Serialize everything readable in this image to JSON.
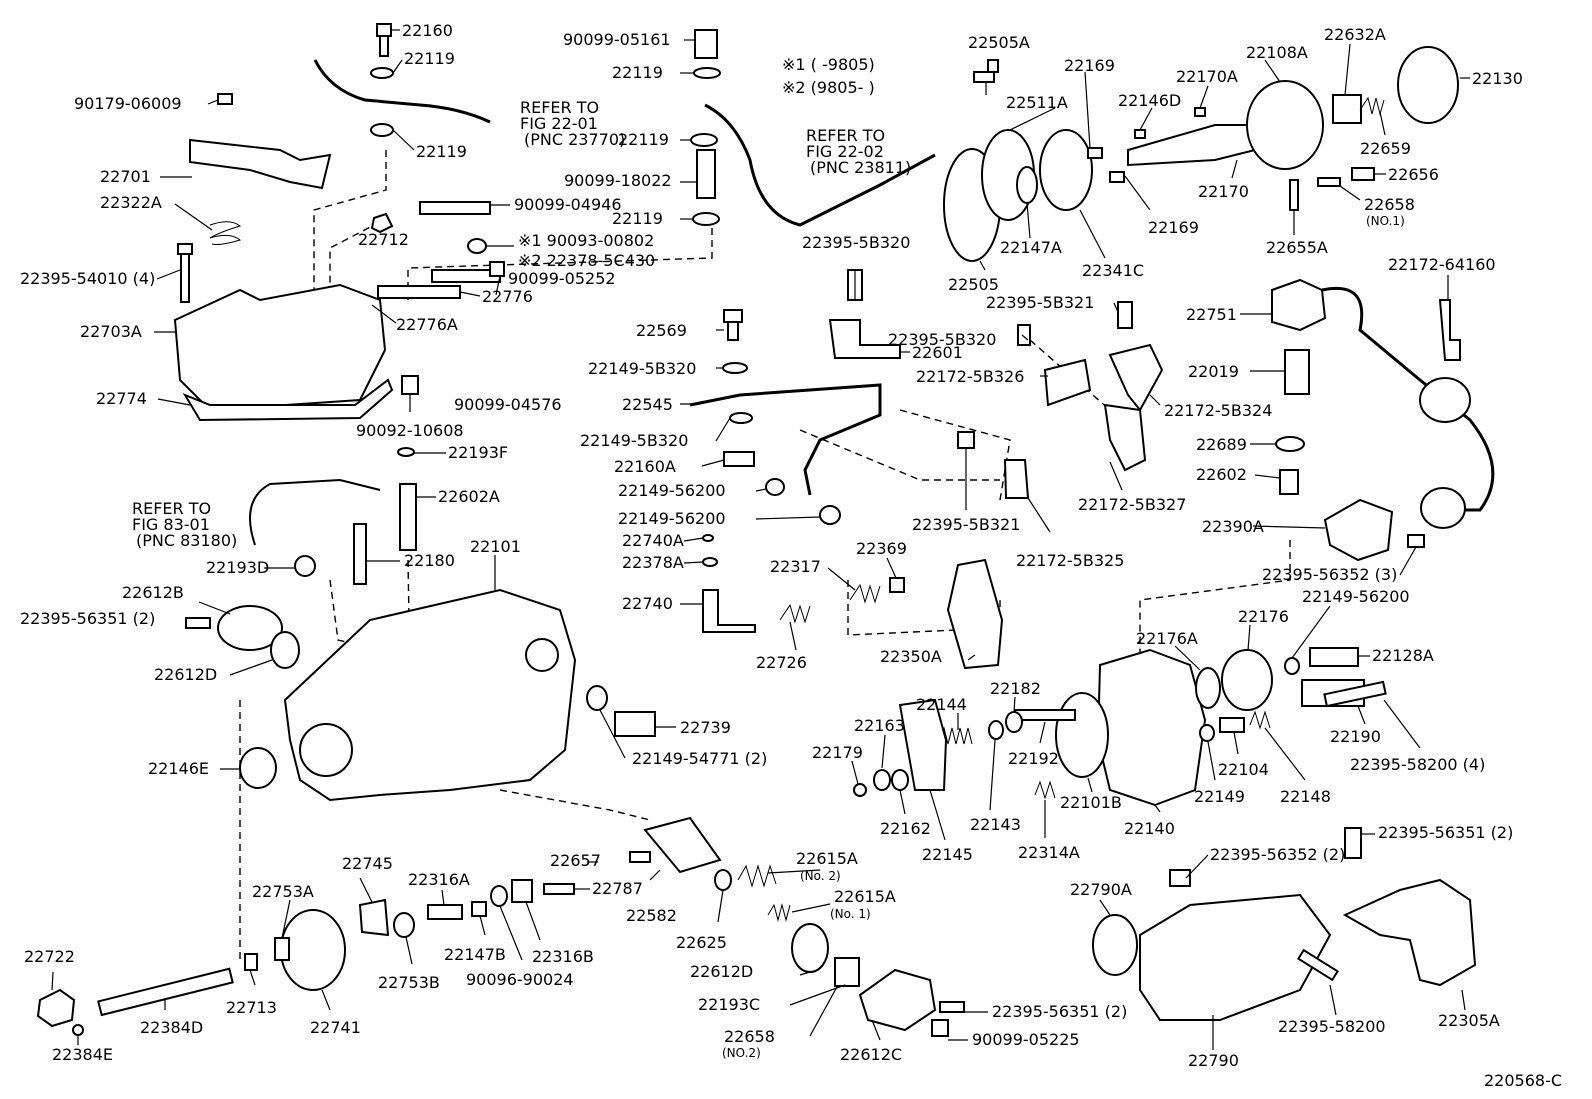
{
  "legend": {
    "line1": "※1 (      -9805)",
    "line2": "※2 (9805-        )"
  },
  "refs": {
    "fig2201": [
      "REFER TO",
      "FIG 22-01",
      "(PNC 23770)"
    ],
    "fig2202": [
      "REFER TO",
      "FIG 22-02",
      "(PNC 23811)"
    ],
    "fig8301": [
      "REFER TO",
      "FIG 83-01",
      "(PNC 83180)"
    ]
  },
  "labels": [
    {
      "id": "22160",
      "t": "22160"
    },
    {
      "id": "22119a",
      "t": "22119"
    },
    {
      "id": "22119b",
      "t": "22119"
    },
    {
      "id": "90179-06009",
      "t": "90179-06009"
    },
    {
      "id": "22701",
      "t": "22701"
    },
    {
      "id": "22322A",
      "t": "22322A"
    },
    {
      "id": "22395-54010",
      "t": "22395-54010 (4)"
    },
    {
      "id": "22703A",
      "t": "22703A"
    },
    {
      "id": "22774",
      "t": "22774"
    },
    {
      "id": "22712",
      "t": "22712"
    },
    {
      "id": "90099-04946",
      "t": "90099-04946"
    },
    {
      "id": "22776A",
      "t": "22776A"
    },
    {
      "id": "22776",
      "t": "22776"
    },
    {
      "id": "90099-04576",
      "t": "90099-04576"
    },
    {
      "id": "90092-10608",
      "t": "90092-10608"
    },
    {
      "id": "22193F",
      "t": "22193F"
    },
    {
      "id": "22602A",
      "t": "22602A"
    },
    {
      "id": "22180",
      "t": "22180"
    },
    {
      "id": "22101",
      "t": "22101"
    },
    {
      "id": "22193D",
      "t": "22193D"
    },
    {
      "id": "22612B",
      "t": "22612B"
    },
    {
      "id": "22395-56351a",
      "t": "22395-56351 (2)"
    },
    {
      "id": "22612D",
      "t": "22612D"
    },
    {
      "id": "22146E",
      "t": "22146E"
    },
    {
      "id": "90099-05161",
      "t": "90099-05161"
    },
    {
      "id": "22119c",
      "t": "22119"
    },
    {
      "id": "22119d",
      "t": "22119"
    },
    {
      "id": "90099-18022",
      "t": "90099-18022"
    },
    {
      "id": "22119e",
      "t": "22119"
    },
    {
      "id": "x1",
      "t": "※1 90093-00802"
    },
    {
      "id": "x2",
      "t": "※2 22378-5C430"
    },
    {
      "id": "90099-05252",
      "t": "90099-05252"
    },
    {
      "id": "22569",
      "t": "22569"
    },
    {
      "id": "22149-5B320a",
      "t": "22149-5B320"
    },
    {
      "id": "22545",
      "t": "22545"
    },
    {
      "id": "22149-5B320b",
      "t": "22149-5B320"
    },
    {
      "id": "22160A",
      "t": "22160A"
    },
    {
      "id": "22149-56200a",
      "t": "22149-56200"
    },
    {
      "id": "22149-56200b",
      "t": "22149-56200"
    },
    {
      "id": "22740A",
      "t": "22740A"
    },
    {
      "id": "22378A",
      "t": "22378A"
    },
    {
      "id": "22740",
      "t": "22740"
    },
    {
      "id": "22317",
      "t": "22317"
    },
    {
      "id": "22369",
      "t": "22369"
    },
    {
      "id": "22726",
      "t": "22726"
    },
    {
      "id": "22739",
      "t": "22739"
    },
    {
      "id": "22149-54771",
      "t": "22149-54771 (2)"
    },
    {
      "id": "22395-5B320a",
      "t": "22395-5B320"
    },
    {
      "id": "22601",
      "t": "22601"
    },
    {
      "id": "22395-5B320b",
      "t": "22395-5B320"
    },
    {
      "id": "22172-5B326",
      "t": "22172-5B326"
    },
    {
      "id": "22395-5B321a",
      "t": "22395-5B321"
    },
    {
      "id": "22172-5B324",
      "t": "22172-5B324"
    },
    {
      "id": "22395-5B321b",
      "t": "22395-5B321"
    },
    {
      "id": "22172-5B327",
      "t": "22172-5B327"
    },
    {
      "id": "22172-5B325",
      "t": "22172-5B325"
    },
    {
      "id": "22505A",
      "t": "22505A"
    },
    {
      "id": "22511A",
      "t": "22511A"
    },
    {
      "id": "22169a",
      "t": "22169"
    },
    {
      "id": "22169b",
      "t": "22169"
    },
    {
      "id": "22505",
      "t": "22505"
    },
    {
      "id": "22147A",
      "t": "22147A"
    },
    {
      "id": "22341C",
      "t": "22341C"
    },
    {
      "id": "22146D",
      "t": "22146D"
    },
    {
      "id": "22170A",
      "t": "22170A"
    },
    {
      "id": "22108A",
      "t": "22108A"
    },
    {
      "id": "22170",
      "t": "22170"
    },
    {
      "id": "22632A",
      "t": "22632A"
    },
    {
      "id": "22130",
      "t": "22130"
    },
    {
      "id": "22659",
      "t": "22659"
    },
    {
      "id": "22656",
      "t": "22656"
    },
    {
      "id": "22658",
      "t": "22658"
    },
    {
      "id": "22658n",
      "t": "(NO.1)"
    },
    {
      "id": "22655A",
      "t": "22655A"
    },
    {
      "id": "22172-64160",
      "t": "22172-64160"
    },
    {
      "id": "22751",
      "t": "22751"
    },
    {
      "id": "22019",
      "t": "22019"
    },
    {
      "id": "22689",
      "t": "22689"
    },
    {
      "id": "22602",
      "t": "22602"
    },
    {
      "id": "22390A",
      "t": "22390A"
    },
    {
      "id": "22395-56352a",
      "t": "22395-56352 (3)"
    },
    {
      "id": "22149-56200c",
      "t": "22149-56200"
    },
    {
      "id": "22350A",
      "t": "22350A"
    },
    {
      "id": "22176A",
      "t": "22176A"
    },
    {
      "id": "22176",
      "t": "22176"
    },
    {
      "id": "22128A",
      "t": "22128A"
    },
    {
      "id": "22182",
      "t": "22182"
    },
    {
      "id": "22144",
      "t": "22144"
    },
    {
      "id": "22163",
      "t": "22163"
    },
    {
      "id": "22179",
      "t": "22179"
    },
    {
      "id": "22192",
      "t": "22192"
    },
    {
      "id": "22101B",
      "t": "22101B"
    },
    {
      "id": "22162",
      "t": "22162"
    },
    {
      "id": "22143",
      "t": "22143"
    },
    {
      "id": "22145",
      "t": "22145"
    },
    {
      "id": "22314A",
      "t": "22314A"
    },
    {
      "id": "22140",
      "t": "22140"
    },
    {
      "id": "22149",
      "t": "22149"
    },
    {
      "id": "22104",
      "t": "22104"
    },
    {
      "id": "22148",
      "t": "22148"
    },
    {
      "id": "22190",
      "t": "22190"
    },
    {
      "id": "22395-58200a",
      "t": "22395-58200 (4)"
    },
    {
      "id": "22745",
      "t": "22745"
    },
    {
      "id": "22753A",
      "t": "22753A"
    },
    {
      "id": "22316A",
      "t": "22316A"
    },
    {
      "id": "22657",
      "t": "22657"
    },
    {
      "id": "22787",
      "t": "22787"
    },
    {
      "id": "22615A2",
      "t": "22615A"
    },
    {
      "id": "22615A2n",
      "t": "(No. 2)"
    },
    {
      "id": "22615A1",
      "t": "22615A"
    },
    {
      "id": "22615A1n",
      "t": "(No. 1)"
    },
    {
      "id": "22582",
      "t": "22582"
    },
    {
      "id": "22625",
      "t": "22625"
    },
    {
      "id": "22147B",
      "t": "22147B"
    },
    {
      "id": "22316B",
      "t": "22316B"
    },
    {
      "id": "90096-90024",
      "t": "90096-90024"
    },
    {
      "id": "22753B",
      "t": "22753B"
    },
    {
      "id": "22722",
      "t": "22722"
    },
    {
      "id": "22713",
      "t": "22713"
    },
    {
      "id": "22741",
      "t": "22741"
    },
    {
      "id": "22384D",
      "t": "22384D"
    },
    {
      "id": "22384E",
      "t": "22384E"
    },
    {
      "id": "22612D2",
      "t": "22612D"
    },
    {
      "id": "22193C",
      "t": "22193C"
    },
    {
      "id": "22658b",
      "t": "22658"
    },
    {
      "id": "22658bn",
      "t": "(NO.2)"
    },
    {
      "id": "22612C",
      "t": "22612C"
    },
    {
      "id": "22395-56351b",
      "t": "22395-56351 (2)"
    },
    {
      "id": "90099-05225",
      "t": "90099-05225"
    },
    {
      "id": "22790A",
      "t": "22790A"
    },
    {
      "id": "22395-56352b",
      "t": "22395-56352 (2)"
    },
    {
      "id": "22395-56351c",
      "t": "22395-56351 (2)"
    },
    {
      "id": "22790",
      "t": "22790"
    },
    {
      "id": "22395-58200b",
      "t": "22395-58200"
    },
    {
      "id": "22305A",
      "t": "22305A"
    },
    {
      "id": "figcode",
      "t": "220568-C"
    }
  ]
}
